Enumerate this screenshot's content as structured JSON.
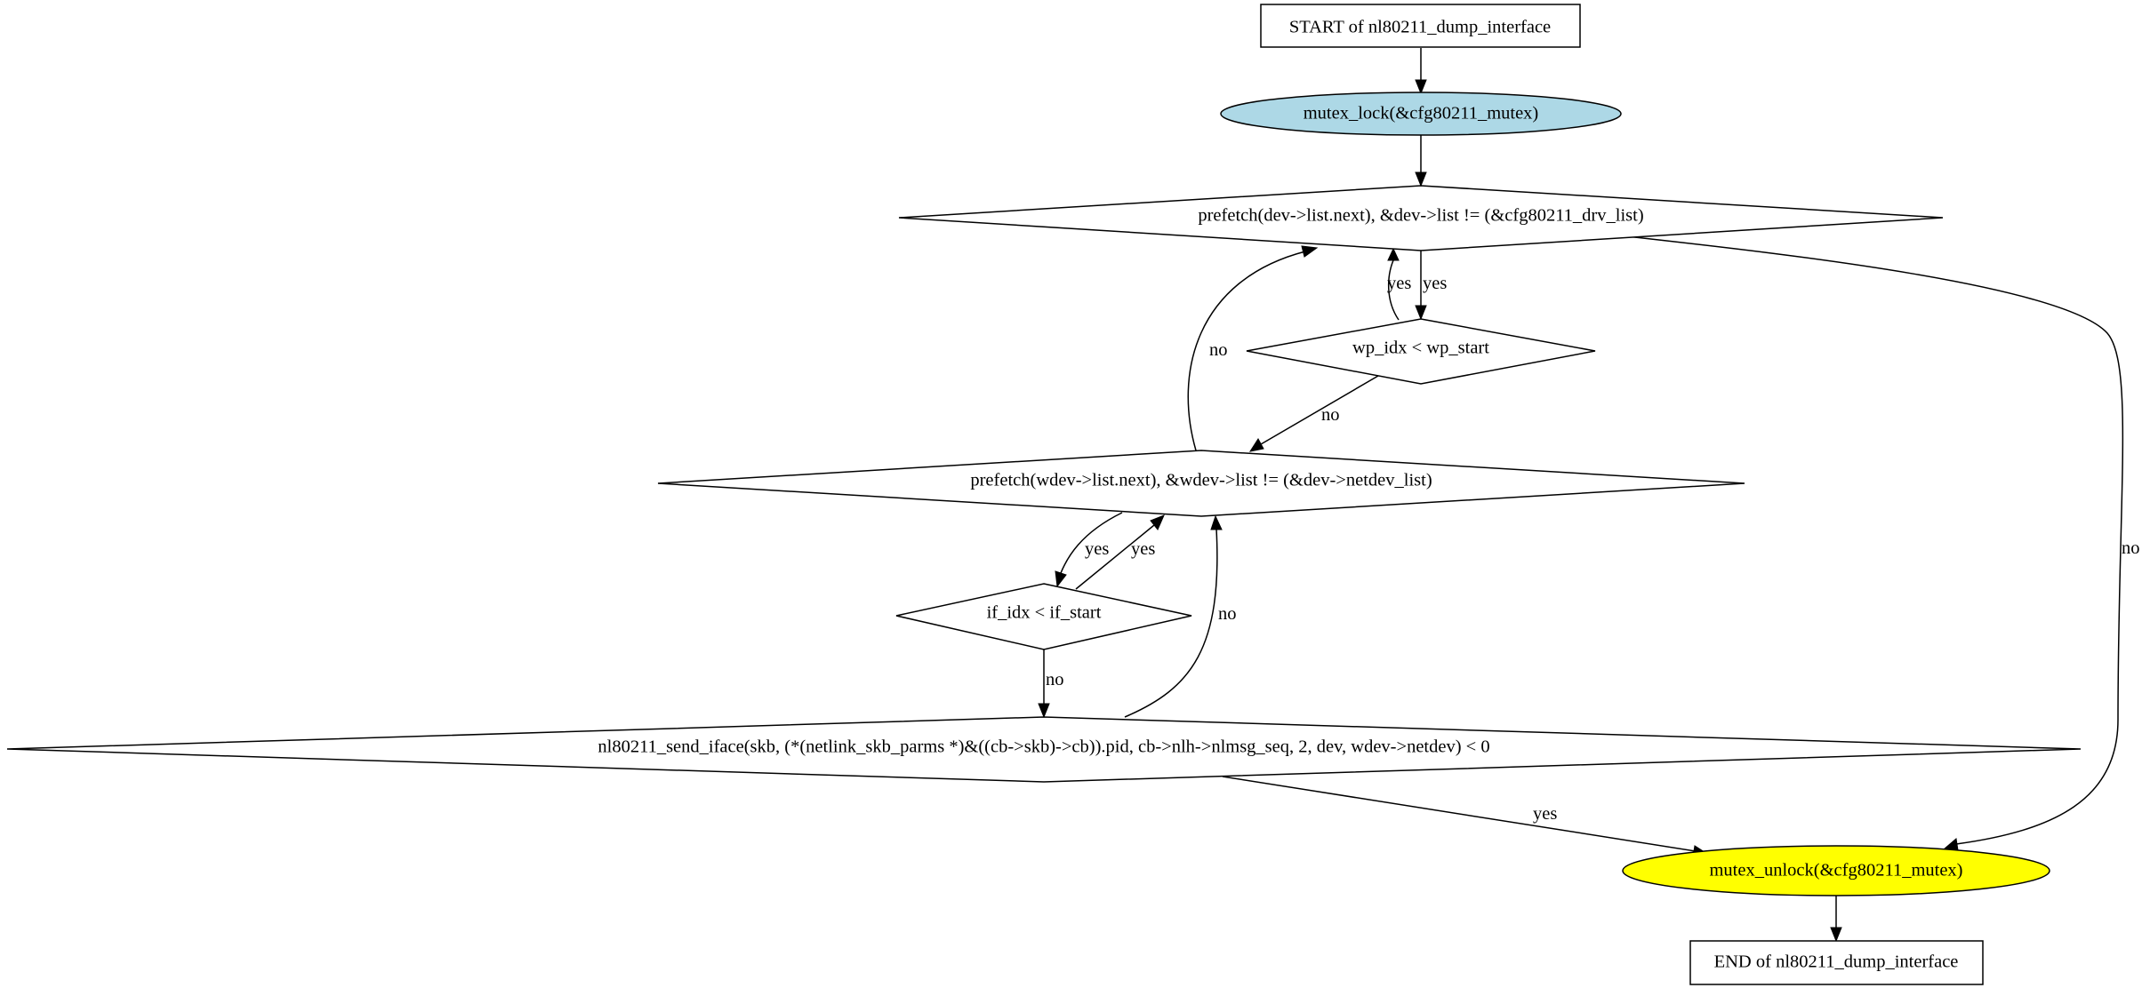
{
  "colors": {
    "lock_fill": "#add8e6",
    "unlock_fill": "#ffff00",
    "box_fill": "#ffffff",
    "stroke": "#000000"
  },
  "nodes": {
    "start": "START of nl80211_dump_interface",
    "lock": "mutex_lock(&cfg80211_mutex)",
    "cond_dev_loop": "prefetch(dev->list.next), &dev->list != (&cfg80211_drv_list)",
    "cond_wp_idx": "wp_idx < wp_start",
    "cond_wdev_loop": "prefetch(wdev->list.next), &wdev->list != (&dev->netdev_list)",
    "cond_if_idx": "if_idx < if_start",
    "cond_send": "nl80211_send_iface(skb, (*(netlink_skb_parms *)&((cb->skb)->cb)).pid, cb->nlh->nlmsg_seq, 2, dev, wdev->netdev) < 0",
    "unlock": "mutex_unlock(&cfg80211_mutex)",
    "end": "END of nl80211_dump_interface"
  },
  "edges": {
    "dev_loop_to_wp": "yes",
    "wp_to_dev_loop": "yes",
    "wdev_to_dev_loop": "no",
    "wp_to_wdev": "no",
    "dev_loop_to_unlock": "no",
    "wdev_to_if": "yes",
    "if_to_wdev": "yes",
    "if_to_send": "no",
    "send_to_wdev": "no",
    "send_to_unlock": "yes"
  }
}
